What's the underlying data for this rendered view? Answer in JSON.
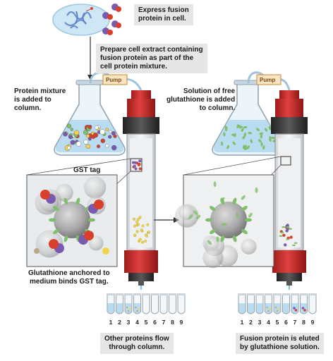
{
  "steps": {
    "express": "Express fusion\nprotein in cell.",
    "prepare": "Prepare cell extract containing\nfusion protein as part of the\ncell protein mixture.",
    "mixture_added": "Protein mixture\nis added to\ncolumn.",
    "glutathione_added": "Solution of free\nglutathione is added\nto column.",
    "gst_tag": "GST tag",
    "anchored": "Glutathione anchored to\nmedium binds GST tag.",
    "flow_through": "Other proteins flow\nthrough column.",
    "eluted": "Fusion protein is eluted\nby glutathione solution."
  },
  "pump_label": "Pump",
  "tube_numbers": [
    "1",
    "2",
    "3",
    "4",
    "5",
    "6",
    "7",
    "8",
    "9"
  ],
  "colors": {
    "column_red": "#cc2a2a",
    "column_dark": "#3a3a3a",
    "liquid_blue": "#b9dcf0",
    "gst_green": "#7fbf6a",
    "protein_purple": "#7a5ab0",
    "protein_red": "#d8402c",
    "protein_yellow": "#f2d34a"
  }
}
